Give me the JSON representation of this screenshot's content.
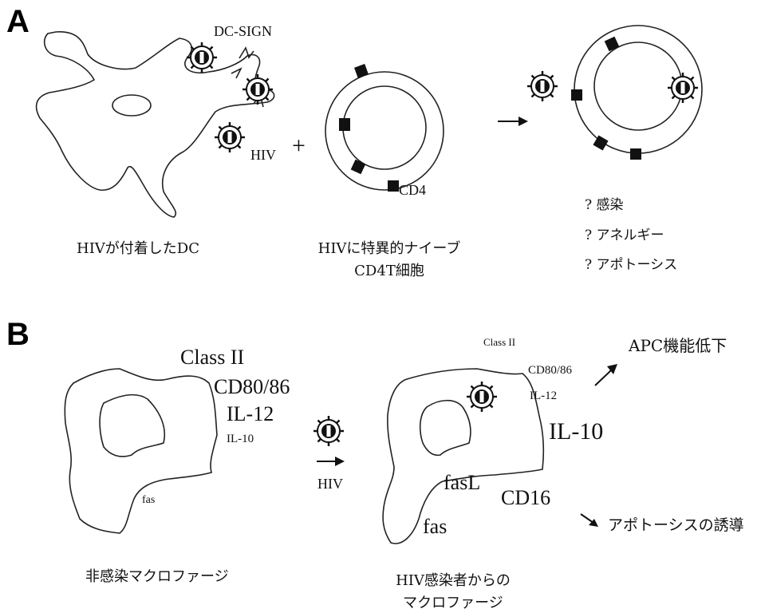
{
  "panels": {
    "a": "A",
    "b": "B"
  },
  "panel_a": {
    "dc_sign": "DC-SIGN",
    "hiv": "HIV",
    "plus": "+",
    "cd4": "CD4",
    "caption_dc": "HIVが付着したDC",
    "caption_t_line1": "HIVに特異的ナイーブ",
    "caption_t_line2": "CD4T細胞",
    "outcomes": [
      "? 感染",
      "? アネルギー",
      "? アポトーシス"
    ]
  },
  "panel_b": {
    "left": {
      "class2": "Class II",
      "cd80": "CD80/86",
      "il12": "IL-12",
      "il10": "IL-10",
      "fas": "fas",
      "caption": "非感染マクロファージ"
    },
    "arrow_label": "HIV",
    "right": {
      "class2": "Class II",
      "cd80": "CD80/86",
      "il12": "IL-12",
      "il10": "IL-10",
      "fasl": "fasL",
      "cd16": "CD16",
      "fas": "fas",
      "apc": "APC機能低下",
      "apoptosis": "アポトーシスの誘導",
      "caption_line1": "HIV感染者からの",
      "caption_line2": "マクロファージ"
    }
  }
}
